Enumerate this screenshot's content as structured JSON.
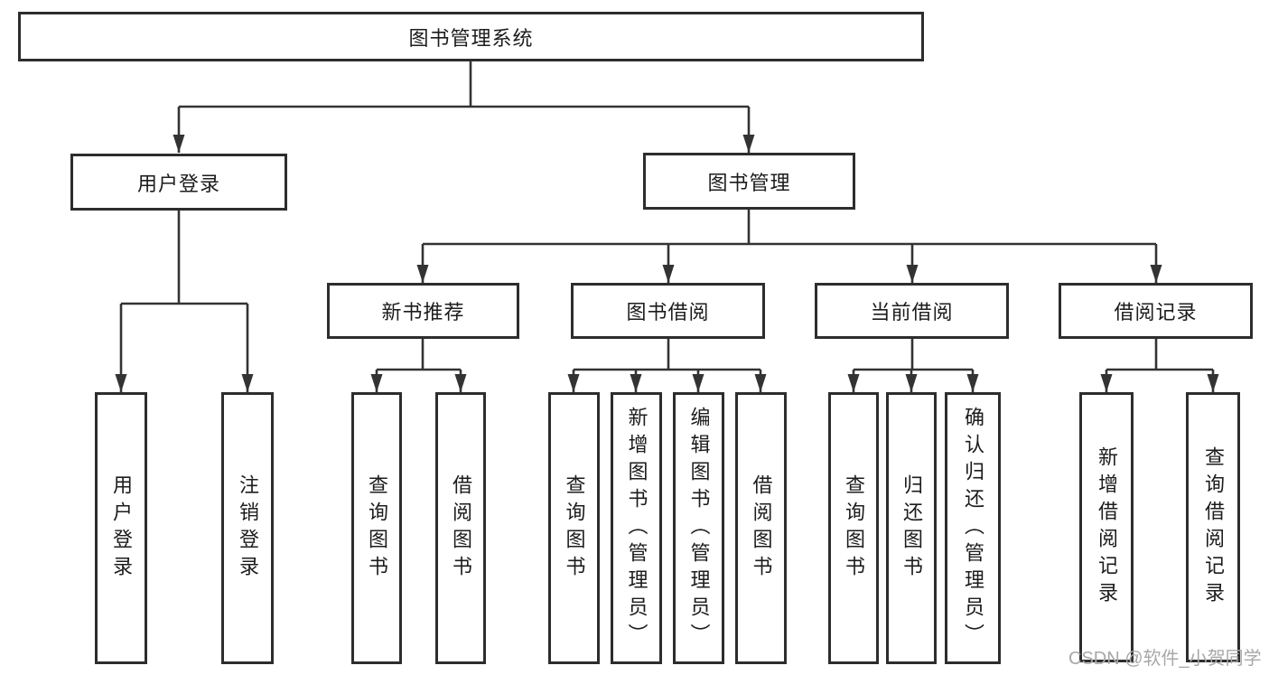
{
  "diagram": {
    "root": "图书管理系统",
    "level1": [
      {
        "label": "用户登录"
      },
      {
        "label": "图书管理"
      }
    ],
    "level2": [
      {
        "label": "新书推荐"
      },
      {
        "label": "图书借阅"
      },
      {
        "label": "当前借阅"
      },
      {
        "label": "借阅记录"
      }
    ],
    "leaves": {
      "user_login": [
        "用户登录",
        "注销登录"
      ],
      "new_book_rec": [
        "查询图书",
        "借阅图书"
      ],
      "book_borrow": [
        "查询图书",
        "新增图书（管理员）",
        "编辑图书（管理员）",
        "借阅图书"
      ],
      "current_borrow": [
        "查询图书",
        "归还图书",
        "确认归还（管理员）"
      ],
      "borrow_records": [
        "新增借阅记录",
        "查询借阅记录"
      ]
    }
  },
  "watermark": {
    "text": "CSDN @软件_小贺同学"
  },
  "colors": {
    "line": "#333333",
    "border": "#2d2d2d",
    "text": "#1c1c1c",
    "background": "#ffffff",
    "watermark": "#a8a8a8"
  }
}
